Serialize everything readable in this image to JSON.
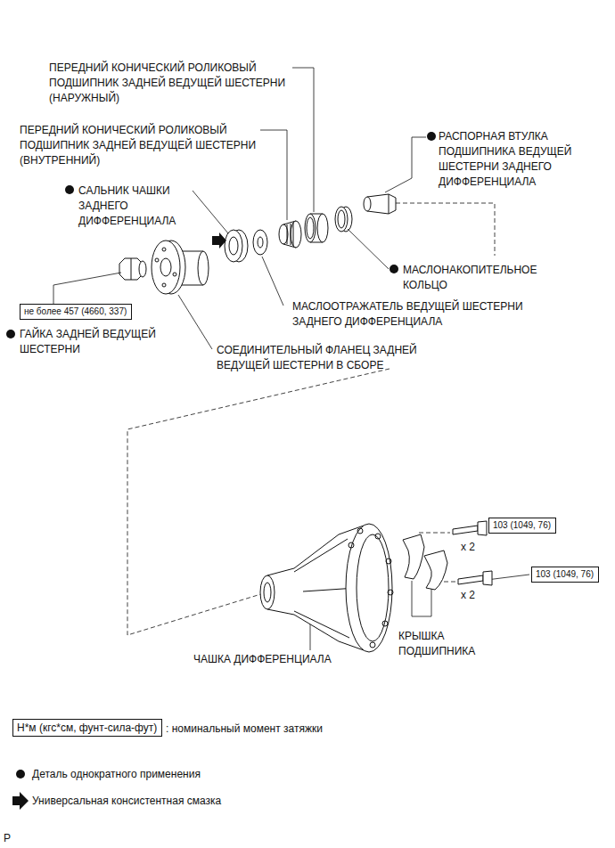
{
  "diagram": {
    "nodes": [
      {
        "text": [
          "не более 457 (4660, 337)"
        ]
      },
      {
        "text": [
          "103 (1049, 76)"
        ]
      },
      {
        "text": [
          "103 (1049, 76)"
        ]
      },
      {
        "text": [
          "Н*м (кгс*см, фунт-сила-фут)"
        ]
      }
    ],
    "labels": [
      "ПЕРЕДНИЙ КОНИЧЕСКИЙ РОЛИКОВЫЙ ПОДШИПНИК ЗАДНЕЙ ВЕДУЩЕЙ ШЕСТЕРНИ (НАРУЖНЫЙ)",
      "РАСПОРНАЯ ВТУЛКА ПОДШИПНИКА ВЕДУЩЕЙ ШЕСТЕРНИ ЗАДНЕГО ДИФФЕРЕНЦИАЛА",
      "ПЕРЕДНИЙ КОНИЧЕСКИЙ РОЛИКОВЫЙ ПОДШИПНИК ЗАДНЕЙ ВЕДУЩЕЙ ШЕСТЕРНИ (ВНУТРЕННИЙ)",
      "САЛЬНИК ЧАШКИ ЗАДНЕГО ДИФФЕРЕНЦИАЛА",
      "МАСЛОНАКОПИТЕЛЬНОЕ КОЛЬЦО",
      "МАСЛООТРАЖАТЕЛЬ ВЕДУЩЕЙ ШЕСТЕРНИ ЗАДНЕГО ДИФФЕРЕНЦИАЛА",
      "ГАЙКА ЗАДНЕЙ ВЕДУЩЕЙ ШЕСТЕРНИ",
      "СОЕДИНИТЕЛЬНЫЙ ФЛАНЕЦ ЗАДНЕЙ ВЕДУЩЕЙ ШЕСТЕРНИ В СБОРЕ",
      "x 2",
      "x 2",
      "КРЫШКА ПОДШИПНИКА",
      "ЧАШКА ДИФФЕРЕНЦИАЛА",
      "P"
    ],
    "legend": [
      {
        "text": ": номинальный момент затяжки"
      },
      {
        "text": "Деталь однократного применения"
      },
      {
        "text": "Универсальная консистентная смазка"
      }
    ]
  }
}
